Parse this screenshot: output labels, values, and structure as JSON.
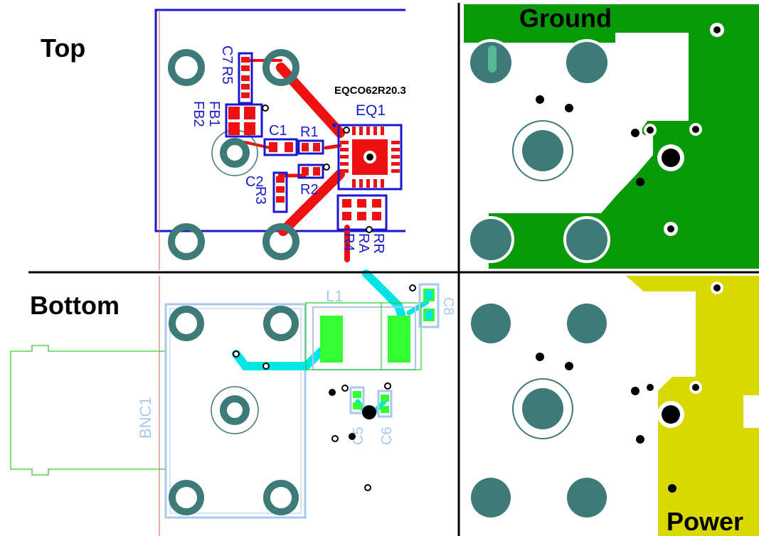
{
  "quadrants": {
    "top": "Top",
    "bottom": "Bottom",
    "ground": "Ground",
    "power": "Power"
  },
  "top_layer": {
    "part_number": "EQCO62R20.3",
    "designators": {
      "eq1": "EQ1",
      "c1": "C1",
      "r1": "R1",
      "r2": "R2",
      "c2": "C2",
      "r3": "R3",
      "c7": "C7",
      "r5": "R5",
      "fb1": "FB1",
      "fb2": "FB2",
      "r4": "R4",
      "ra": "RA",
      "rr": "RR"
    }
  },
  "bottom_layer": {
    "designators": {
      "l1": "L1",
      "c8": "C8",
      "c5": "C5",
      "c6": "C6",
      "bnc1": "BNC1"
    }
  },
  "colors": {
    "top_copper": "#ee1111",
    "top_silk": "#1a1acc",
    "bottom_copper": "#00e5e5",
    "bottom_silk": "#a9c8ec",
    "ground_plane": "#089a08",
    "power_plane": "#d9d900",
    "pad": "#3d7a78",
    "pad_bottom": "#33ff33"
  }
}
